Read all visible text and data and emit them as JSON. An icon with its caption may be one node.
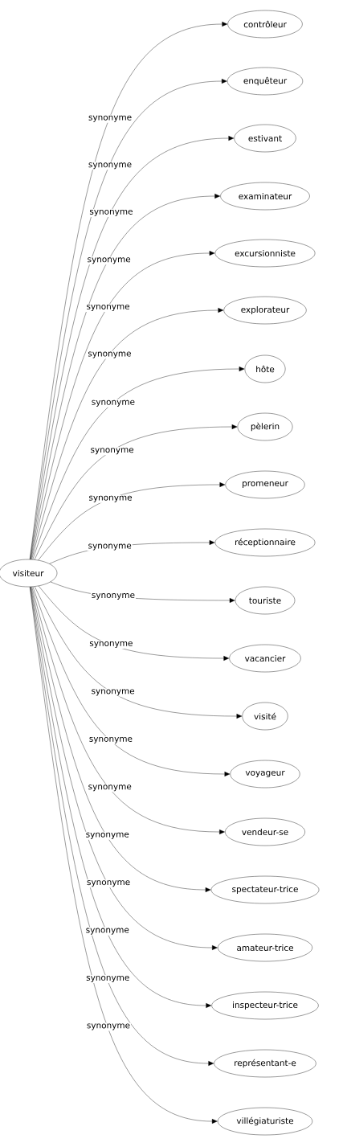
{
  "diagram": {
    "nodes": [
      {
        "text": [
          "visiteur"
        ]
      },
      {
        "text": [
          "contrôleur"
        ]
      },
      {
        "text": [
          "enquêteur"
        ]
      },
      {
        "text": [
          "estivant"
        ]
      },
      {
        "text": [
          "examinateur"
        ]
      },
      {
        "text": [
          "excursionniste"
        ]
      },
      {
        "text": [
          "explorateur"
        ]
      },
      {
        "text": [
          "hôte"
        ]
      },
      {
        "text": [
          "pèlerin"
        ]
      },
      {
        "text": [
          "promeneur"
        ]
      },
      {
        "text": [
          "réceptionnaire"
        ]
      },
      {
        "text": [
          "touriste"
        ]
      },
      {
        "text": [
          "vacancier"
        ]
      },
      {
        "text": [
          "visité"
        ]
      },
      {
        "text": [
          "voyageur"
        ]
      },
      {
        "text": [
          "vendeur-se"
        ]
      },
      {
        "text": [
          "spectateur-trice"
        ]
      },
      {
        "text": [
          "amateur-trice"
        ]
      },
      {
        "text": [
          "inspecteur-trice"
        ]
      },
      {
        "text": [
          "représentant-e"
        ]
      },
      {
        "text": [
          "villégiaturiste"
        ]
      }
    ],
    "edges": [
      {
        "from": 0,
        "to": 1,
        "arrow": "to",
        "label": "synonyme"
      },
      {
        "from": 0,
        "to": 2,
        "arrow": "to",
        "label": "synonyme"
      },
      {
        "from": 0,
        "to": 3,
        "arrow": "to",
        "label": "synonyme"
      },
      {
        "from": 0,
        "to": 4,
        "arrow": "to",
        "label": "synonyme"
      },
      {
        "from": 0,
        "to": 5,
        "arrow": "to",
        "label": "synonyme"
      },
      {
        "from": 0,
        "to": 6,
        "arrow": "to",
        "label": "synonyme"
      },
      {
        "from": 0,
        "to": 7,
        "arrow": "to",
        "label": "synonyme"
      },
      {
        "from": 0,
        "to": 8,
        "arrow": "to",
        "label": "synonyme"
      },
      {
        "from": 0,
        "to": 9,
        "arrow": "to",
        "label": "synonyme"
      },
      {
        "from": 0,
        "to": 10,
        "arrow": "to",
        "label": "synonyme"
      },
      {
        "from": 0,
        "to": 11,
        "arrow": "to",
        "label": "synonyme"
      },
      {
        "from": 0,
        "to": 12,
        "arrow": "to",
        "label": "synonyme"
      },
      {
        "from": 0,
        "to": 13,
        "arrow": "to",
        "label": "synonyme"
      },
      {
        "from": 0,
        "to": 14,
        "arrow": "to",
        "label": "synonyme"
      },
      {
        "from": 0,
        "to": 15,
        "arrow": "to",
        "label": "synonyme"
      },
      {
        "from": 0,
        "to": 16,
        "arrow": "to",
        "label": "synonyme"
      },
      {
        "from": 0,
        "to": 17,
        "arrow": "to",
        "label": "synonyme"
      },
      {
        "from": 0,
        "to": 18,
        "arrow": "to",
        "label": "synonyme"
      },
      {
        "from": 0,
        "to": 19,
        "arrow": "to",
        "label": "synonyme"
      },
      {
        "from": 0,
        "to": 20,
        "arrow": "to",
        "label": "synonyme"
      }
    ]
  }
}
